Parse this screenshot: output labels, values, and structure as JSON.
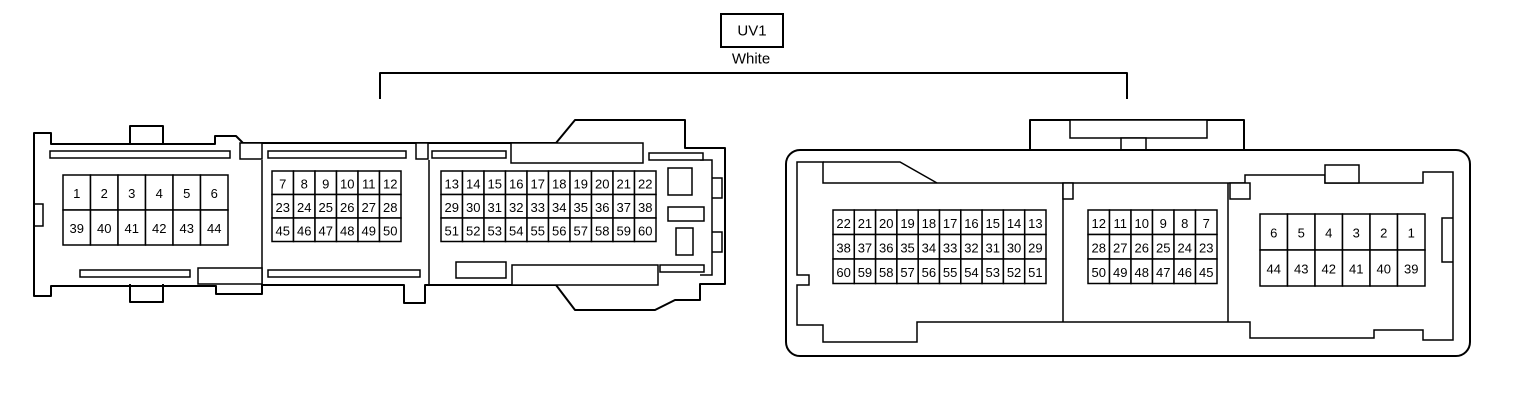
{
  "connector": {
    "code": "UV1",
    "color": "White"
  },
  "left_connector": {
    "blocks": [
      {
        "rows": [
          [
            "1",
            "2",
            "3",
            "4",
            "5",
            "6"
          ],
          [
            "39",
            "40",
            "41",
            "42",
            "43",
            "44"
          ]
        ]
      },
      {
        "rows": [
          [
            "7",
            "8",
            "9",
            "10",
            "11",
            "12"
          ],
          [
            "23",
            "24",
            "25",
            "26",
            "27",
            "28"
          ],
          [
            "45",
            "46",
            "47",
            "48",
            "49",
            "50"
          ]
        ]
      },
      {
        "rows": [
          [
            "13",
            "14",
            "15",
            "16",
            "17",
            "18",
            "19",
            "20",
            "21",
            "22"
          ],
          [
            "29",
            "30",
            "31",
            "32",
            "33",
            "34",
            "35",
            "36",
            "37",
            "38"
          ],
          [
            "51",
            "52",
            "53",
            "54",
            "55",
            "56",
            "57",
            "58",
            "59",
            "60"
          ]
        ]
      }
    ]
  },
  "right_connector": {
    "blocks": [
      {
        "rows": [
          [
            "22",
            "21",
            "20",
            "19",
            "18",
            "17",
            "16",
            "15",
            "14",
            "13"
          ],
          [
            "38",
            "37",
            "36",
            "35",
            "34",
            "33",
            "32",
            "31",
            "30",
            "29"
          ],
          [
            "60",
            "59",
            "58",
            "57",
            "56",
            "55",
            "54",
            "53",
            "52",
            "51"
          ]
        ]
      },
      {
        "rows": [
          [
            "12",
            "11",
            "10",
            "9",
            "8",
            "7"
          ],
          [
            "28",
            "27",
            "26",
            "25",
            "24",
            "23"
          ],
          [
            "50",
            "49",
            "48",
            "47",
            "46",
            "45"
          ]
        ]
      },
      {
        "rows": [
          [
            "6",
            "5",
            "4",
            "3",
            "2",
            "1"
          ],
          [
            "44",
            "43",
            "42",
            "41",
            "40",
            "39"
          ]
        ]
      }
    ]
  }
}
